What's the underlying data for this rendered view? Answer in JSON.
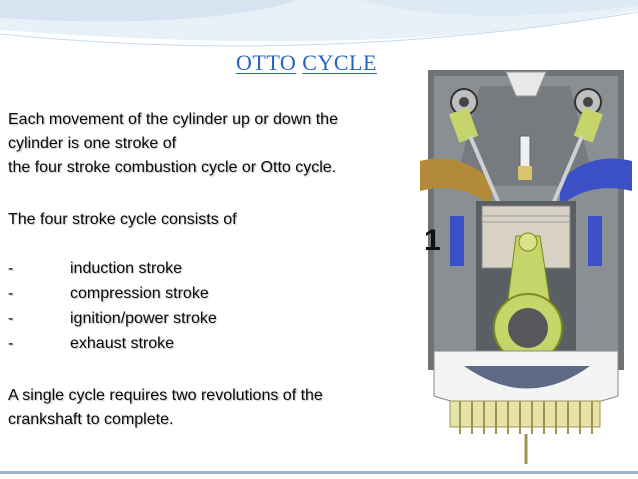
{
  "slide": {
    "title_word1": "OTTO",
    "title_word2": "CYCLE",
    "paragraph1": [
      "Each movement of the cylinder up or down the",
      "cylinder is one stroke of",
      "the four stroke combustion cycle or Otto cycle."
    ],
    "paragraph2": "The four stroke cycle consists of",
    "list": [
      {
        "dash": "-",
        "text": "induction stroke"
      },
      {
        "dash": "-",
        "text": "compression stroke"
      },
      {
        "dash": "-",
        "text": "ignition/power stroke"
      },
      {
        "dash": "-",
        "text": "exhaust stroke"
      }
    ],
    "paragraph3": [
      "A single cycle requires two revolutions of the",
      "crankshaft to complete."
    ]
  },
  "engine": {
    "stroke_number": "1"
  },
  "colors": {
    "title": "#2563c4",
    "deco_light": "#dce8f3",
    "intake_port": "#b38a3a",
    "exhaust_port": "#3b4fc7",
    "piston": "#d7d2c4",
    "rod": "#c6d56a",
    "block": "#6e7378",
    "crank": "#5c6a86"
  }
}
